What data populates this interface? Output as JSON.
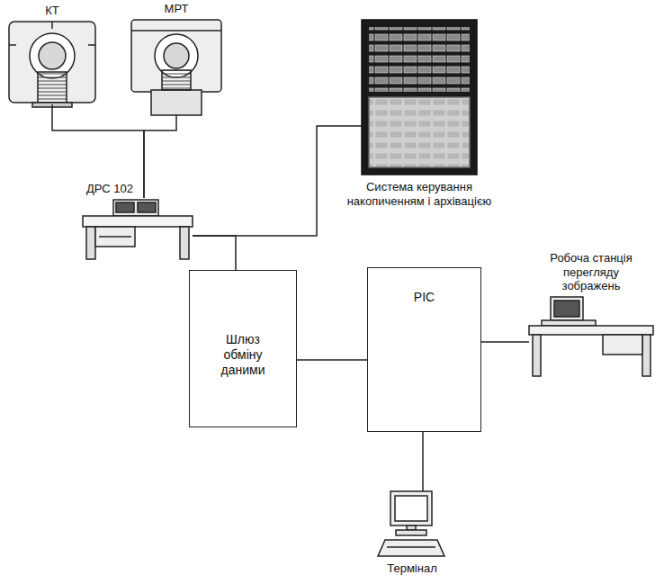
{
  "diagram": {
    "nodes": [
      {
        "text": [
          "КТ"
        ]
      },
      {
        "text": [
          "МРТ"
        ]
      },
      {
        "text": [
          "Система керування накопиченням і архівацією"
        ]
      },
      {
        "text": [
          "ДРС 102"
        ]
      },
      {
        "text": [
          "Шлюз обміну даними"
        ]
      },
      {
        "text": [
          "РІС"
        ]
      },
      {
        "text": [
          "Робоча станція перегляду зображень"
        ]
      },
      {
        "text": [
          "Термінал"
        ]
      }
    ],
    "edges": [
      {
        "from": 0,
        "to": 3,
        "arrow": "none"
      },
      {
        "from": 1,
        "to": 3,
        "arrow": "none"
      },
      {
        "from": 3,
        "to": 2,
        "arrow": "none"
      },
      {
        "from": 3,
        "to": 4,
        "arrow": "none"
      },
      {
        "from": 4,
        "to": 5,
        "arrow": "none"
      },
      {
        "from": 5,
        "to": 6,
        "arrow": "none"
      },
      {
        "from": 5,
        "to": 7,
        "arrow": "none"
      }
    ]
  }
}
